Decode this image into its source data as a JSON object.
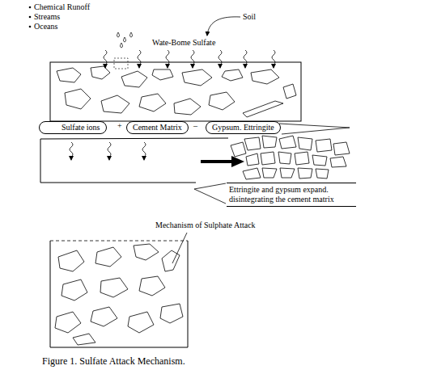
{
  "diagram": {
    "caption": "Figure 1. Sulfate Attack Mechanism.",
    "nodes": [
      {
        "text": [
          "Sulfate ions"
        ]
      },
      {
        "text": [
          "Cement Matrix"
        ]
      },
      {
        "text": [
          "Gypsum. Ettringite"
        ]
      },
      {
        "text": [
          "Ettringite and gypsum expand. disintegrating the cement matrix"
        ]
      }
    ],
    "labels": [
      "Chemical Runoff",
      "Streams",
      "Oceans",
      "Soil",
      "Wate-Bome Sulfate",
      "+",
      "–",
      "Mechanism of Sulphate Attack"
    ]
  }
}
